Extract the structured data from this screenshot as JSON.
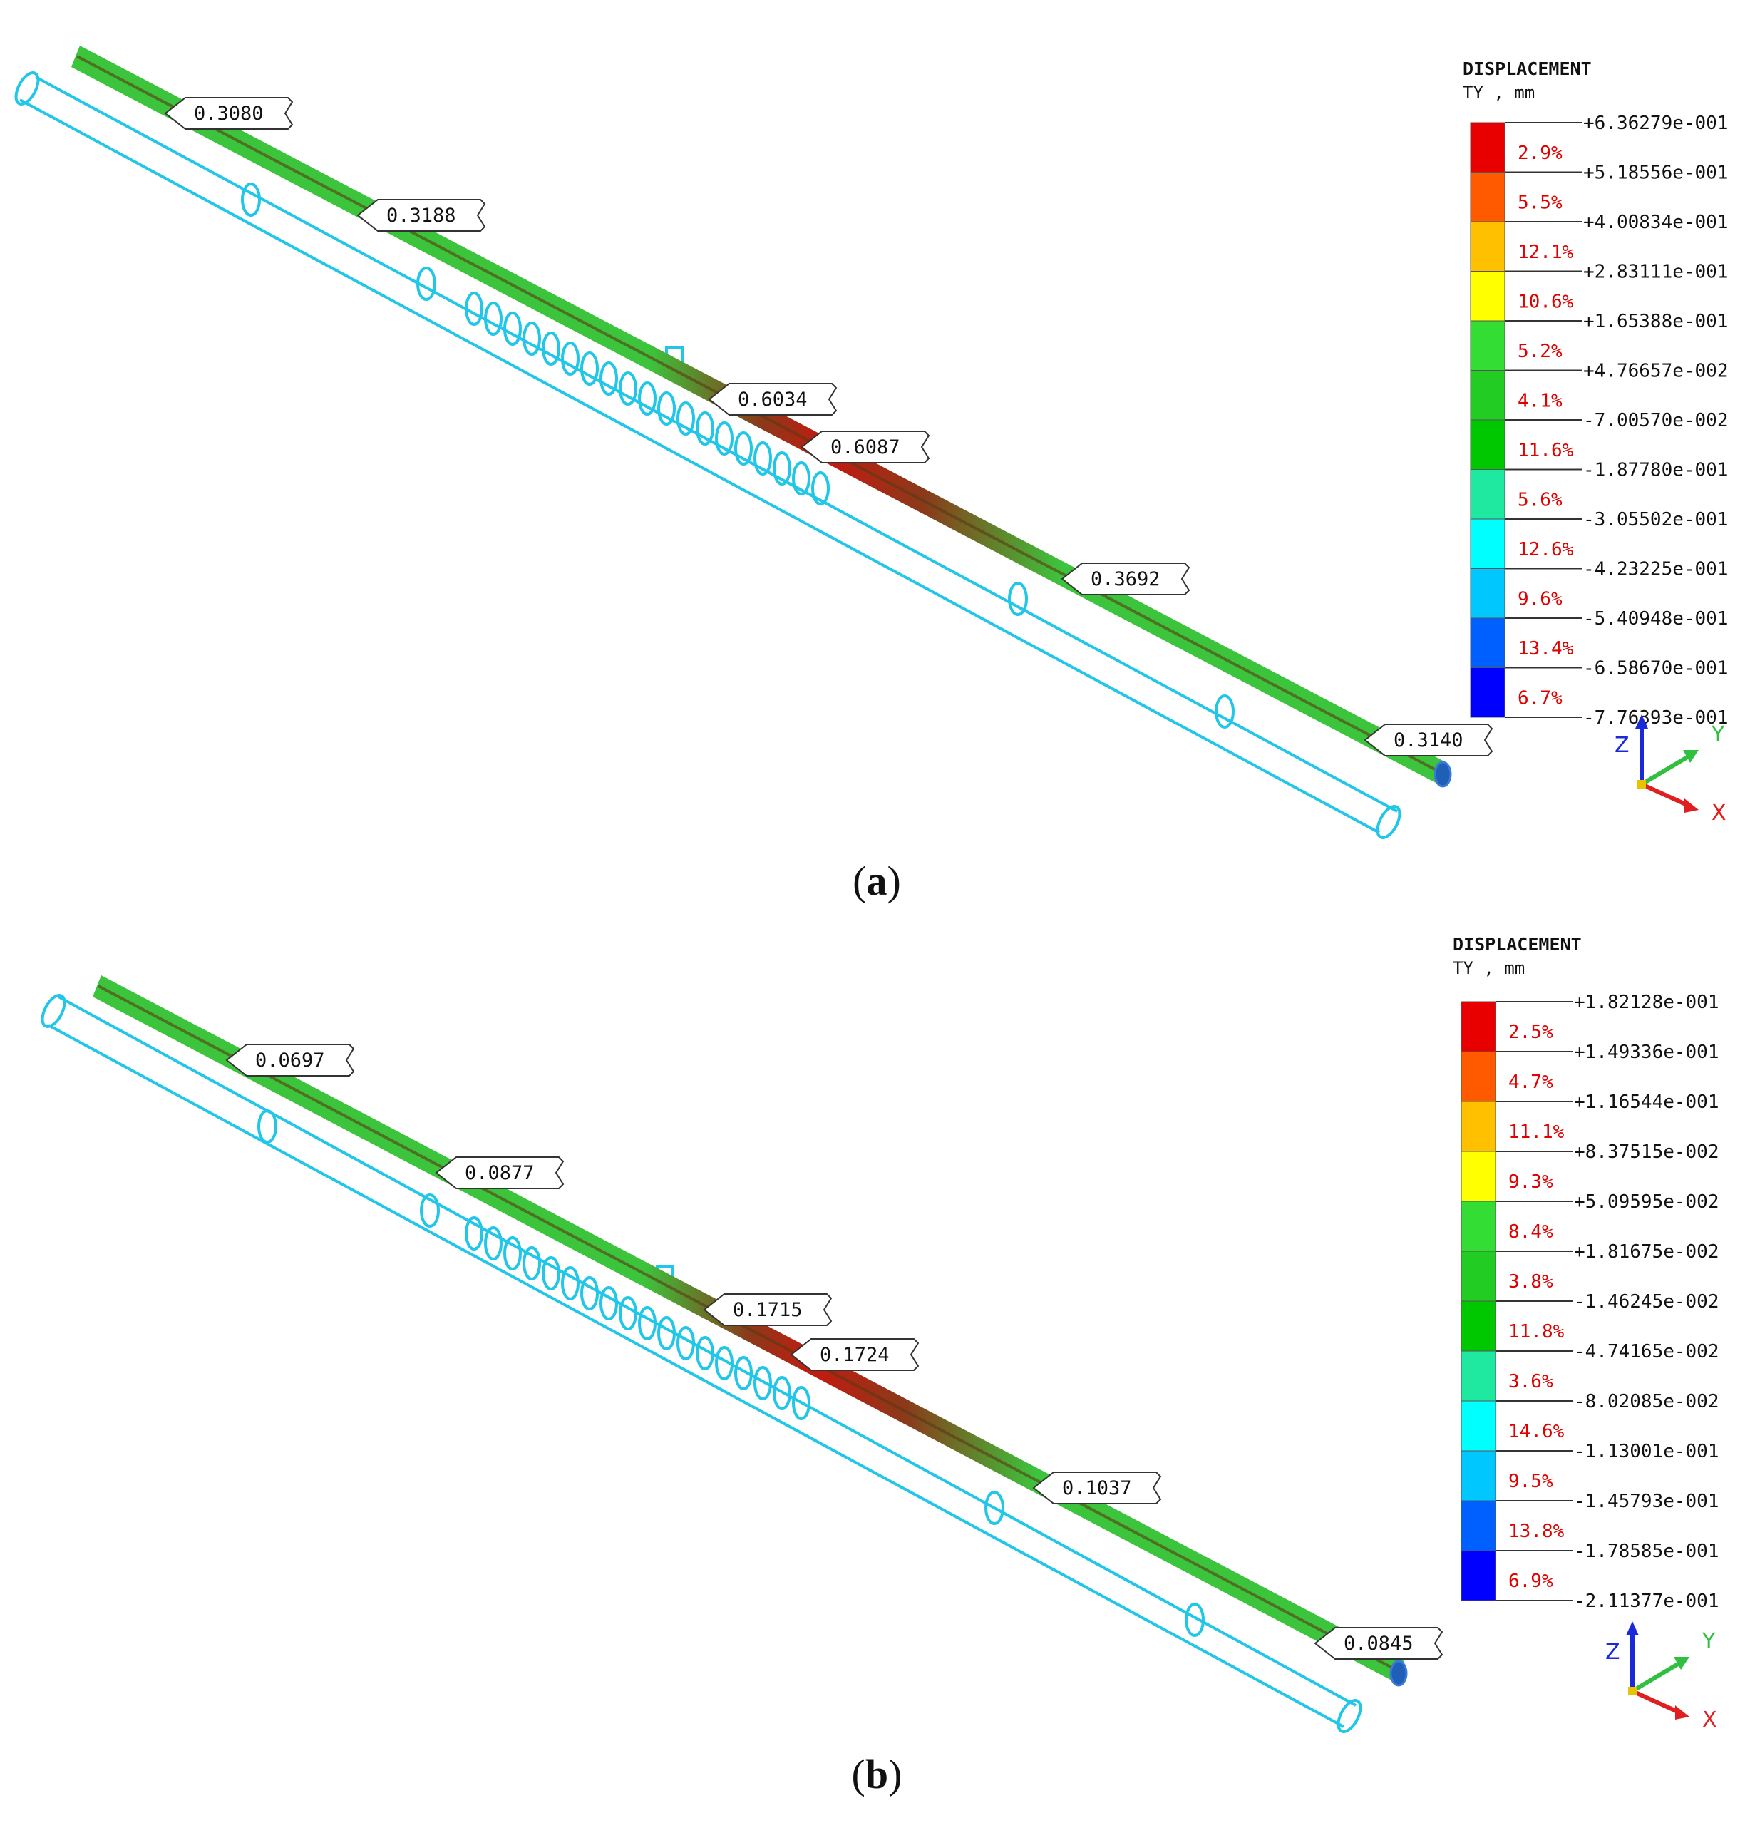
{
  "colors": {
    "pipe_outline": "#22c6e8",
    "beam_green": "#3cc43c",
    "beam_dark": "#8a3a1a",
    "beam_red": "#c41a10",
    "legend_pct": "#e00000",
    "axis_x": "#e02020",
    "axis_y": "#30c040",
    "axis_z": "#1a2ad8"
  },
  "panels": [
    {
      "caption_label": "a",
      "legend": {
        "title_line1": "DISPLACEMENT",
        "title_line2": "TY , mm",
        "swatch_colors": [
          "#e80000",
          "#ff5a00",
          "#ffc000",
          "#ffff00",
          "#33dd33",
          "#22cc22",
          "#00c800",
          "#1fe8a0",
          "#00ffff",
          "#00c8ff",
          "#0060ff",
          "#0000ff"
        ],
        "boundaries": [
          "+6.36279e-001",
          "+5.18556e-001",
          "+4.00834e-001",
          "+2.83111e-001",
          "+1.65388e-001",
          "+4.76657e-002",
          "-7.00570e-002",
          "-1.87780e-001",
          "-3.05502e-001",
          "-4.23225e-001",
          "-5.40948e-001",
          "-6.58670e-001",
          "-7.76393e-001"
        ],
        "percents": [
          "2.9%",
          "5.5%",
          "12.1%",
          "10.6%",
          "5.2%",
          "4.1%",
          "11.6%",
          "5.6%",
          "12.6%",
          "9.6%",
          "13.4%",
          "6.7%"
        ]
      },
      "callouts": [
        "0.3080",
        "0.3188",
        "0.6034",
        "0.6087",
        "0.3692",
        "0.3140"
      ],
      "axes": {
        "x": "X",
        "y": "Y",
        "z": "Z"
      }
    },
    {
      "caption_label": "b",
      "legend": {
        "title_line1": "DISPLACEMENT",
        "title_line2": "TY , mm",
        "swatch_colors": [
          "#e80000",
          "#ff5a00",
          "#ffc000",
          "#ffff00",
          "#33dd33",
          "#22cc22",
          "#00c800",
          "#1fe8a0",
          "#00ffff",
          "#00c8ff",
          "#0060ff",
          "#0000ff"
        ],
        "boundaries": [
          "+1.82128e-001",
          "+1.49336e-001",
          "+1.16544e-001",
          "+8.37515e-002",
          "+5.09595e-002",
          "+1.81675e-002",
          "-1.46245e-002",
          "-4.74165e-002",
          "-8.02085e-002",
          "-1.13001e-001",
          "-1.45793e-001",
          "-1.78585e-001",
          "-2.11377e-001"
        ],
        "percents": [
          "2.5%",
          "4.7%",
          "11.1%",
          "9.3%",
          "8.4%",
          "3.8%",
          "11.8%",
          "3.6%",
          "14.6%",
          "9.5%",
          "13.8%",
          "6.9%"
        ]
      },
      "callouts": [
        "0.0697",
        "0.0877",
        "0.1715",
        "0.1724",
        "0.1037",
        "0.0845"
      ],
      "axes": {
        "x": "X",
        "y": "Y",
        "z": "Z"
      }
    }
  ]
}
